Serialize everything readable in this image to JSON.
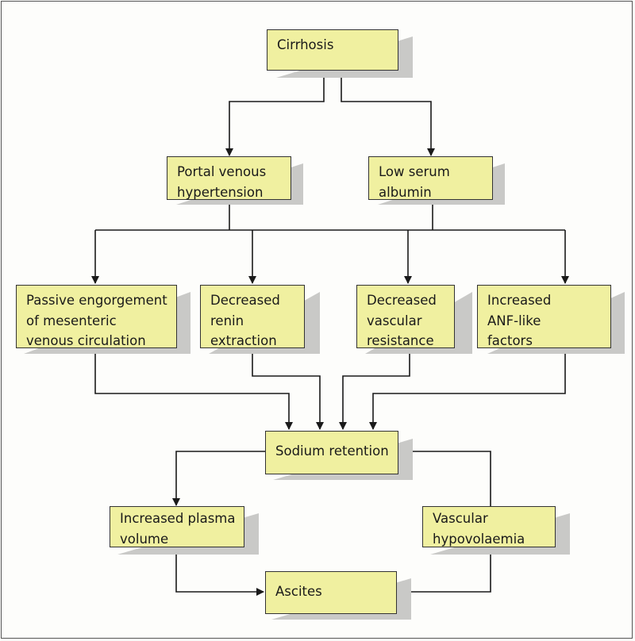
{
  "nodes": {
    "cirrhosis": "Cirrhosis",
    "portal_venous_hypertension": "Portal venous\nhypertension",
    "low_serum_albumin": "Low serum\nalbumin",
    "passive_engorgement": "Passive engorgement\nof mesenteric\nvenous circulation",
    "decreased_renin_extraction": "Decreased\nrenin\nextraction",
    "decreased_vascular_resistance": "Decreased\nvascular\nresistance",
    "increased_anf_factors": "Increased\nANF-like\nfactors",
    "sodium_retention": "Sodium retention",
    "increased_plasma_volume": "Increased plasma\nvolume",
    "vascular_hypovolaemia": "Vascular\nhypovolaemia",
    "ascites": "Ascites"
  },
  "colors": {
    "box_fill": "#f0f0a0",
    "box_border": "#333333",
    "shadow": "#c9c9c7",
    "arrow": "#1a1a1a"
  }
}
